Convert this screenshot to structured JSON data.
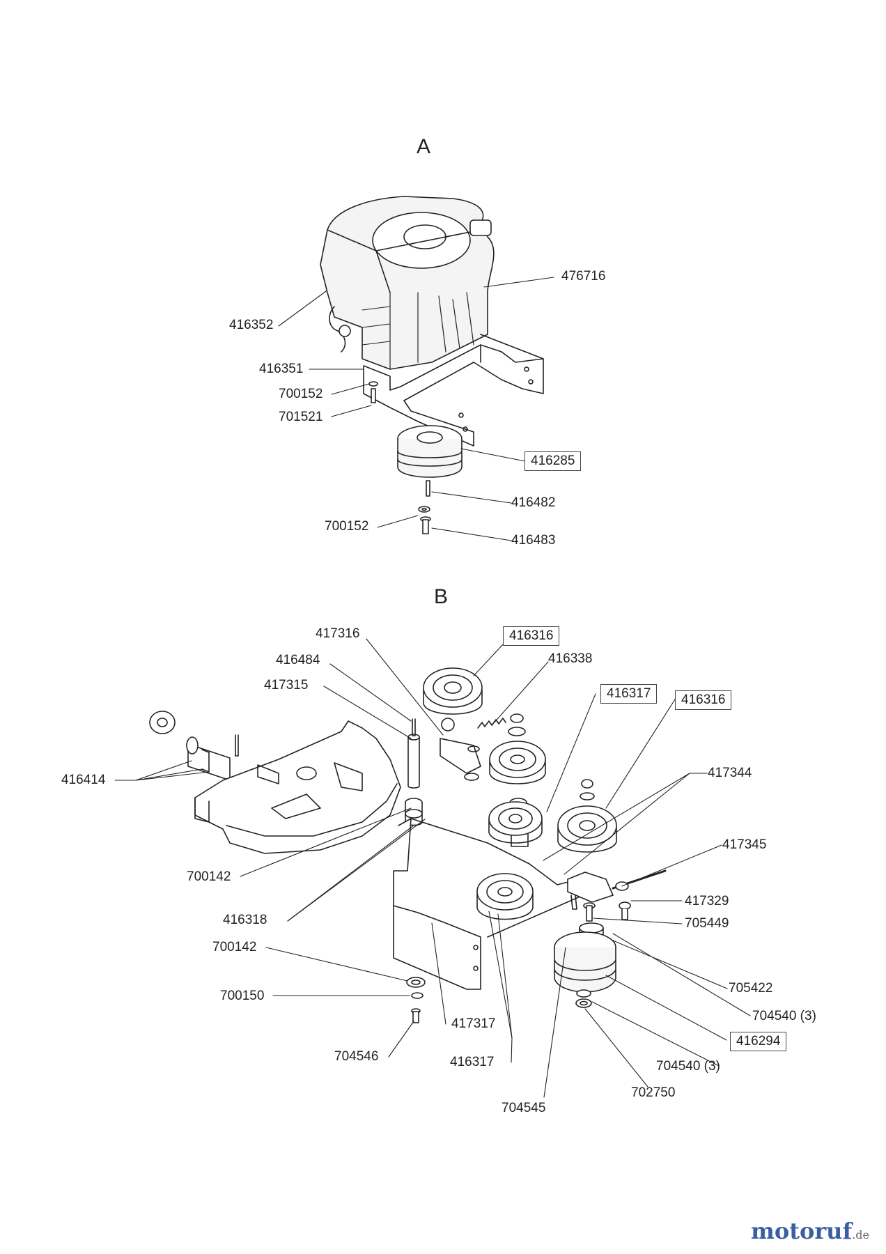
{
  "sections": {
    "a": "A",
    "b": "B"
  },
  "parts_a": {
    "p476716": "476716",
    "p416352": "416352",
    "p416351": "416351",
    "p700152_top": "700152",
    "p701521": "701521",
    "p416285": "416285",
    "p416482": "416482",
    "p700152_bottom": "700152",
    "p416483": "416483"
  },
  "parts_b": {
    "p417316": "417316",
    "p416316_top": "416316",
    "p416484": "416484",
    "p416338": "416338",
    "p417315": "417315",
    "p416317_top": "416317",
    "p416316_right": "416316",
    "p416414": "416414",
    "p417344": "417344",
    "p417345": "417345",
    "p700142_a": "700142",
    "p417329": "417329",
    "p416318": "416318",
    "p705449": "705449",
    "p700142_b": "700142",
    "p705422": "705422",
    "p700150": "700150",
    "p704540_a": "704540 (3)",
    "p417317": "417317",
    "p416294": "416294",
    "p704546": "704546",
    "p416317_bottom": "416317",
    "p704540_b": "704540 (3)",
    "p702750": "702750",
    "p704545": "704545"
  },
  "brand": {
    "name": "motoruf",
    "suffix": ".de"
  }
}
